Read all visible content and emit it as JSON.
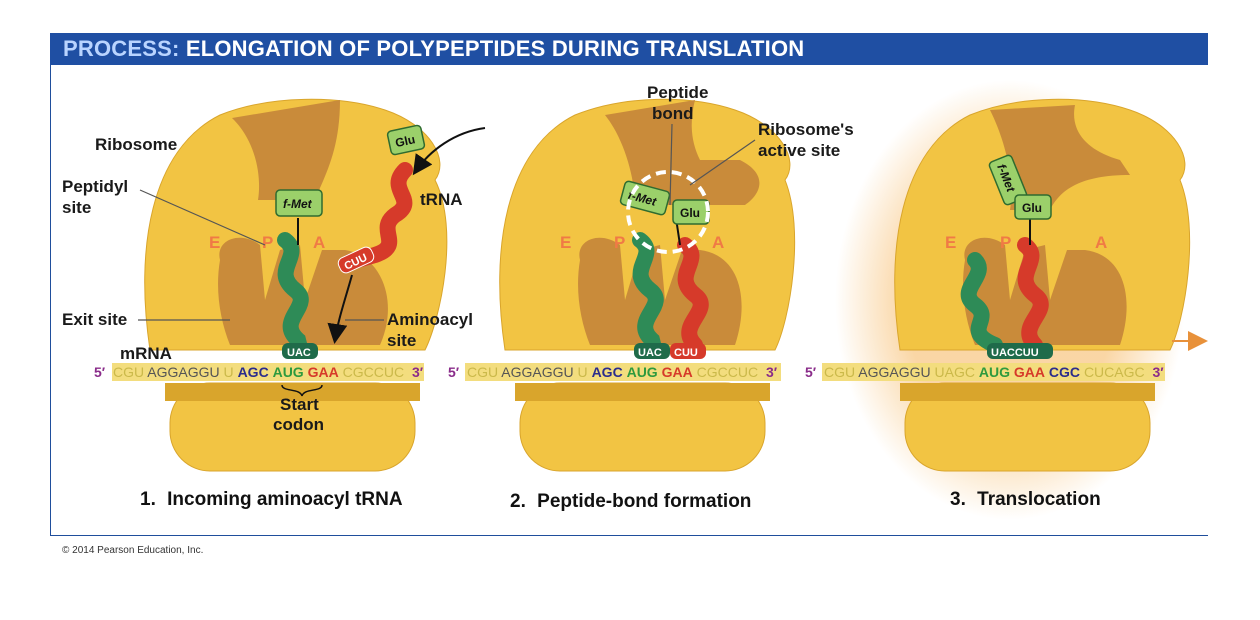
{
  "header": {
    "prefix": "PROCESS:",
    "title": "ELONGATION OF POLYPEPTIDES DURING TRANSLATION"
  },
  "copyright": "© 2014 Pearson Education, Inc.",
  "colors": {
    "banner": "#1f4fa3",
    "ribosome": "#f2c443",
    "channel": "#c98b3a",
    "trna_green": "#2e8b57",
    "trna_red": "#d63a2a",
    "tag": "#9bd06a",
    "mrna_band": "#f3dd7e"
  },
  "panel1": {
    "labels": {
      "ribosome": "Ribosome",
      "peptidyl_1": "Peptidyl",
      "peptidyl_2": "site",
      "exit": "Exit site",
      "mrna": "mRNA",
      "trna": "tRNA",
      "aminoacyl_1": "Aminoacyl",
      "aminoacyl_2": "site",
      "start_1": "Start",
      "start_2": "codon"
    },
    "sites": {
      "e": "E",
      "p": "P",
      "a": "A"
    },
    "tags": {
      "fmet": "f-Met",
      "glu": "Glu"
    },
    "anticodons": {
      "uac": "UAC",
      "cuu": "CUU"
    },
    "mrna": {
      "five": "5′",
      "s1": "CGU",
      "s2": "AGGAGGU",
      "s3": "U",
      "s4": "AGC",
      "s5": "AUG",
      "s6": "GAA",
      "s7": "CGCCUC",
      "three": "3′"
    },
    "caption_num": "1.",
    "caption": "Incoming aminoacyl tRNA"
  },
  "panel2": {
    "labels": {
      "peptide_1": "Peptide",
      "peptide_2": "bond",
      "active_1": "Ribosome's",
      "active_2": "active site"
    },
    "sites": {
      "e": "E",
      "p": "P",
      "a": "A"
    },
    "tags": {
      "fmet": "f-Met",
      "glu": "Glu"
    },
    "anticodons": {
      "uac": "UAC",
      "cuu": "CUU"
    },
    "mrna": {
      "five": "5′",
      "s1": "CGU",
      "s2": "AGGAGGU",
      "s3": "U",
      "s4": "AGC",
      "s5": "AUG",
      "s6": "GAA",
      "s7": "CGCCUC",
      "three": "3′"
    },
    "caption_num": "2.",
    "caption": "Peptide-bond formation"
  },
  "panel3": {
    "sites": {
      "e": "E",
      "p": "P",
      "a": "A"
    },
    "tags": {
      "fmet": "f-Met",
      "glu": "Glu"
    },
    "anticodons": {
      "uaccuu": "UACCUU"
    },
    "mrna": {
      "five": "5′",
      "s1": "CGU",
      "s2": "AGGAGGU",
      "s3": "UAGC",
      "s4": "AUG",
      "s5": "GAA",
      "s6": "CGC",
      "s7": "CUCAGC",
      "three": "3′"
    },
    "caption_num": "3.",
    "caption": "Translocation"
  }
}
